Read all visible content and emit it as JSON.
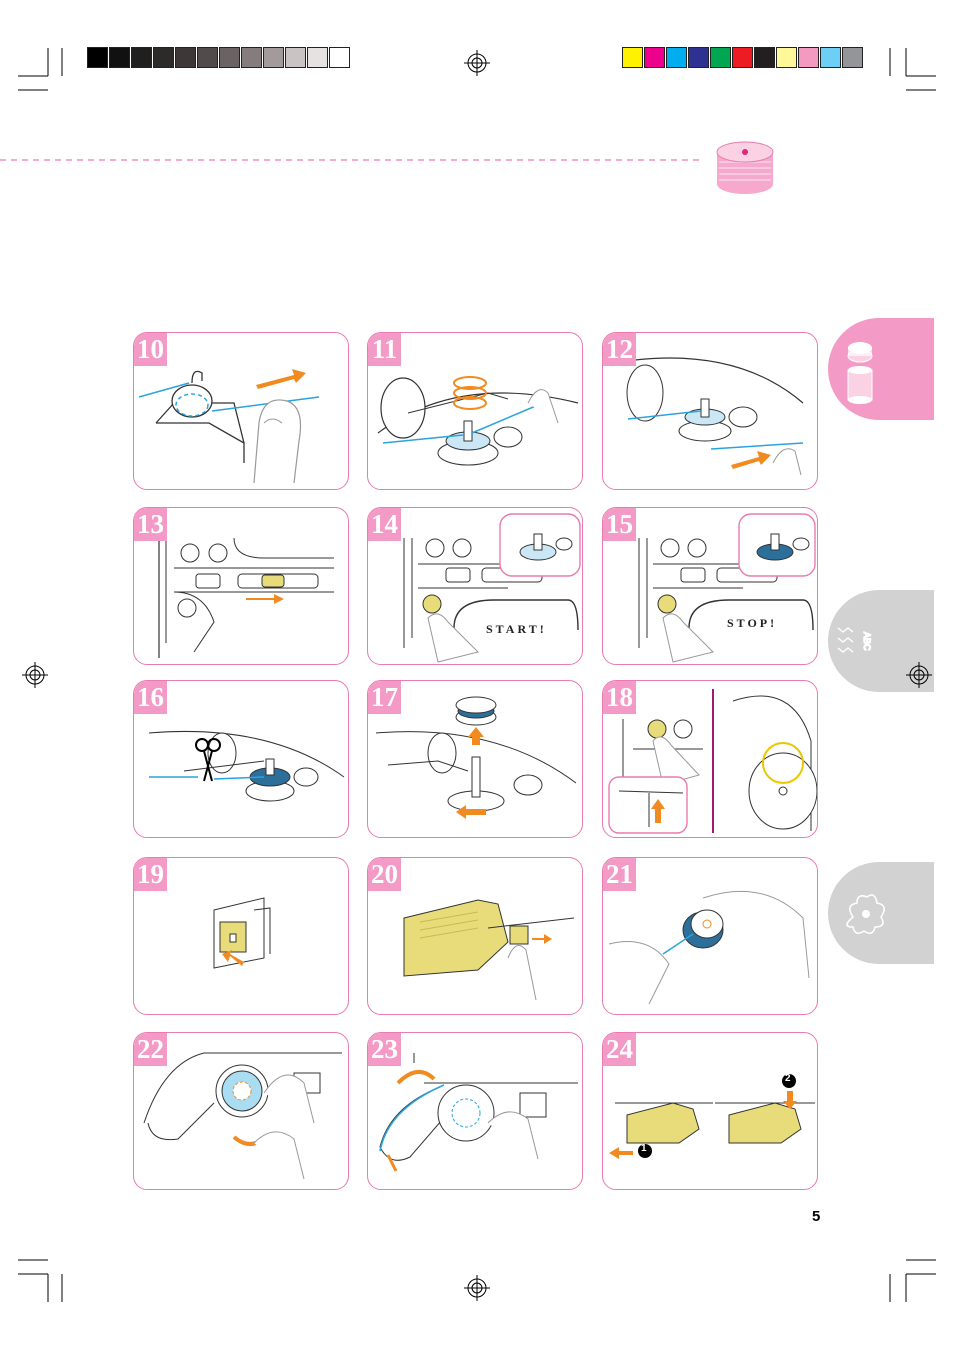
{
  "color_bar_gray": [
    "#000000",
    "#111111",
    "#1f1f1f",
    "#2d2a2a",
    "#3d3737",
    "#524b4b",
    "#6b6363",
    "#857d7d",
    "#a39b9b",
    "#c9c3c3",
    "#e7e2e2",
    "#ffffff"
  ],
  "color_bar_color": [
    "#fff200",
    "#ec008c",
    "#00aeef",
    "#2e3192",
    "#00a651",
    "#ed1c24",
    "#231f20",
    "#fff799",
    "#f49ac1",
    "#6dcff6",
    "#939598"
  ],
  "accent": "#e97ab2",
  "orange": "#f18a21",
  "thread_blue": "#2aa3dd",
  "yellow_part": "#e8dc7a",
  "steps": [
    "10",
    "11",
    "12",
    "13",
    "14",
    "15",
    "16",
    "17",
    "18",
    "19",
    "20",
    "21",
    "22",
    "23",
    "24"
  ],
  "labels": {
    "start": "START!",
    "stop": "STOP!",
    "callout_1": "1",
    "callout_2": "2",
    "page_number": "5"
  }
}
